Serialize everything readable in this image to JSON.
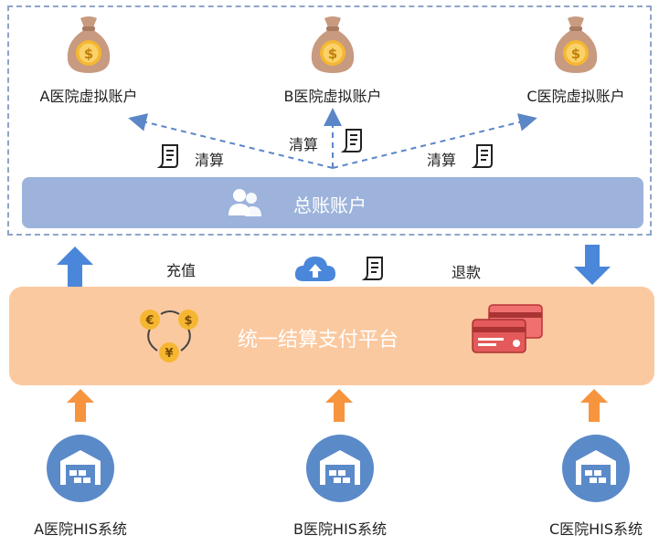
{
  "accounts": [
    {
      "label": "A医院虚拟账户"
    },
    {
      "label": "B医院虚拟账户"
    },
    {
      "label": "C医院虚拟账户"
    }
  ],
  "clearing": {
    "left": "清算",
    "middle": "清算",
    "right": "清算"
  },
  "ledger": {
    "label": "总账账户"
  },
  "flows": {
    "recharge": "充值",
    "refund": "退款"
  },
  "platform": {
    "label": "统一结算支付平台"
  },
  "his": [
    {
      "label": "A医院HIS系统"
    },
    {
      "label": "B医院HIS系统"
    },
    {
      "label": "C医院HIS系统"
    }
  ],
  "currency": {
    "euro": "€",
    "dollar": "$",
    "yen": "¥"
  },
  "moneybag_symbol": "$",
  "colors": {
    "dashed": "#8fa4c8",
    "arrow_dash": "#5b86c8",
    "ledger": "#9db3dc",
    "platform": "#fbc9a0",
    "up_arrow_blue": "#4a86d9",
    "up_arrow_orange": "#f7943e",
    "bag": "#c89a80",
    "coin": "#f5b731",
    "warehouse": "#5b8ac9",
    "card": "#e45a5a"
  }
}
